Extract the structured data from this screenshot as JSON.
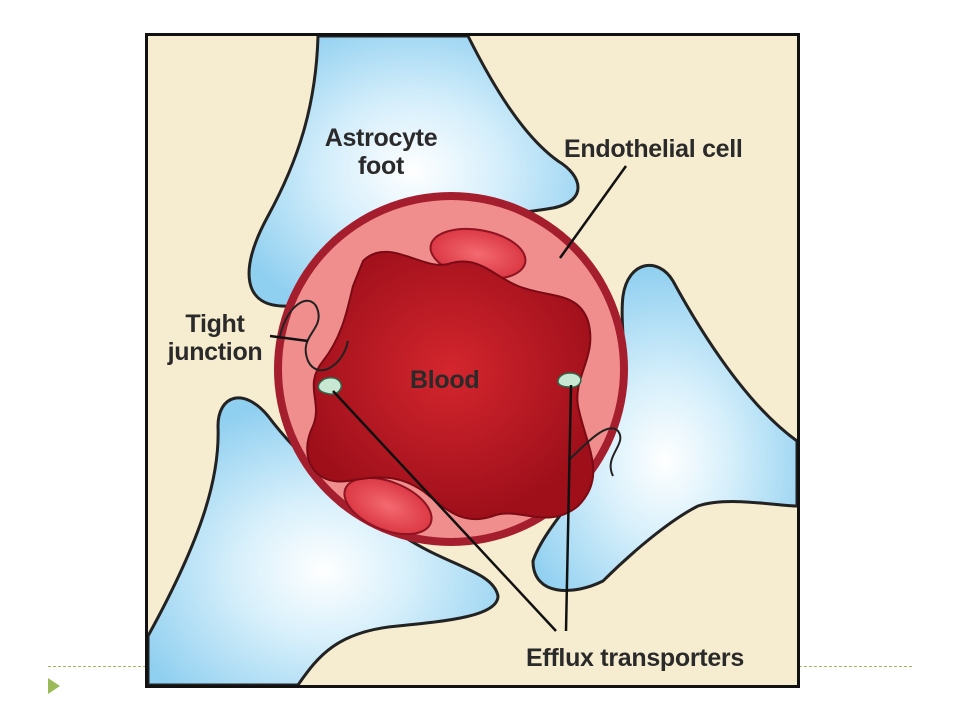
{
  "diagram": {
    "labels": {
      "astrocyte_foot_line1": "Astrocyte",
      "astrocyte_foot_line2": "foot",
      "endothelial_cell": "Endothelial cell",
      "tight_junction_line1": "Tight",
      "tight_junction_line2": "junction",
      "blood": "Blood",
      "efflux_transporters": "Efflux transporters"
    },
    "colors": {
      "background": "#f6ecd0",
      "astrocyte": "#8fcff0",
      "endothelium": "#f08e8e",
      "vessel_wall": "#a51e2e",
      "blood": "#a4121e",
      "nucleus": "#e0404a",
      "transporter": "#c8e8d4",
      "slide_accent": "#9bbb59"
    }
  }
}
